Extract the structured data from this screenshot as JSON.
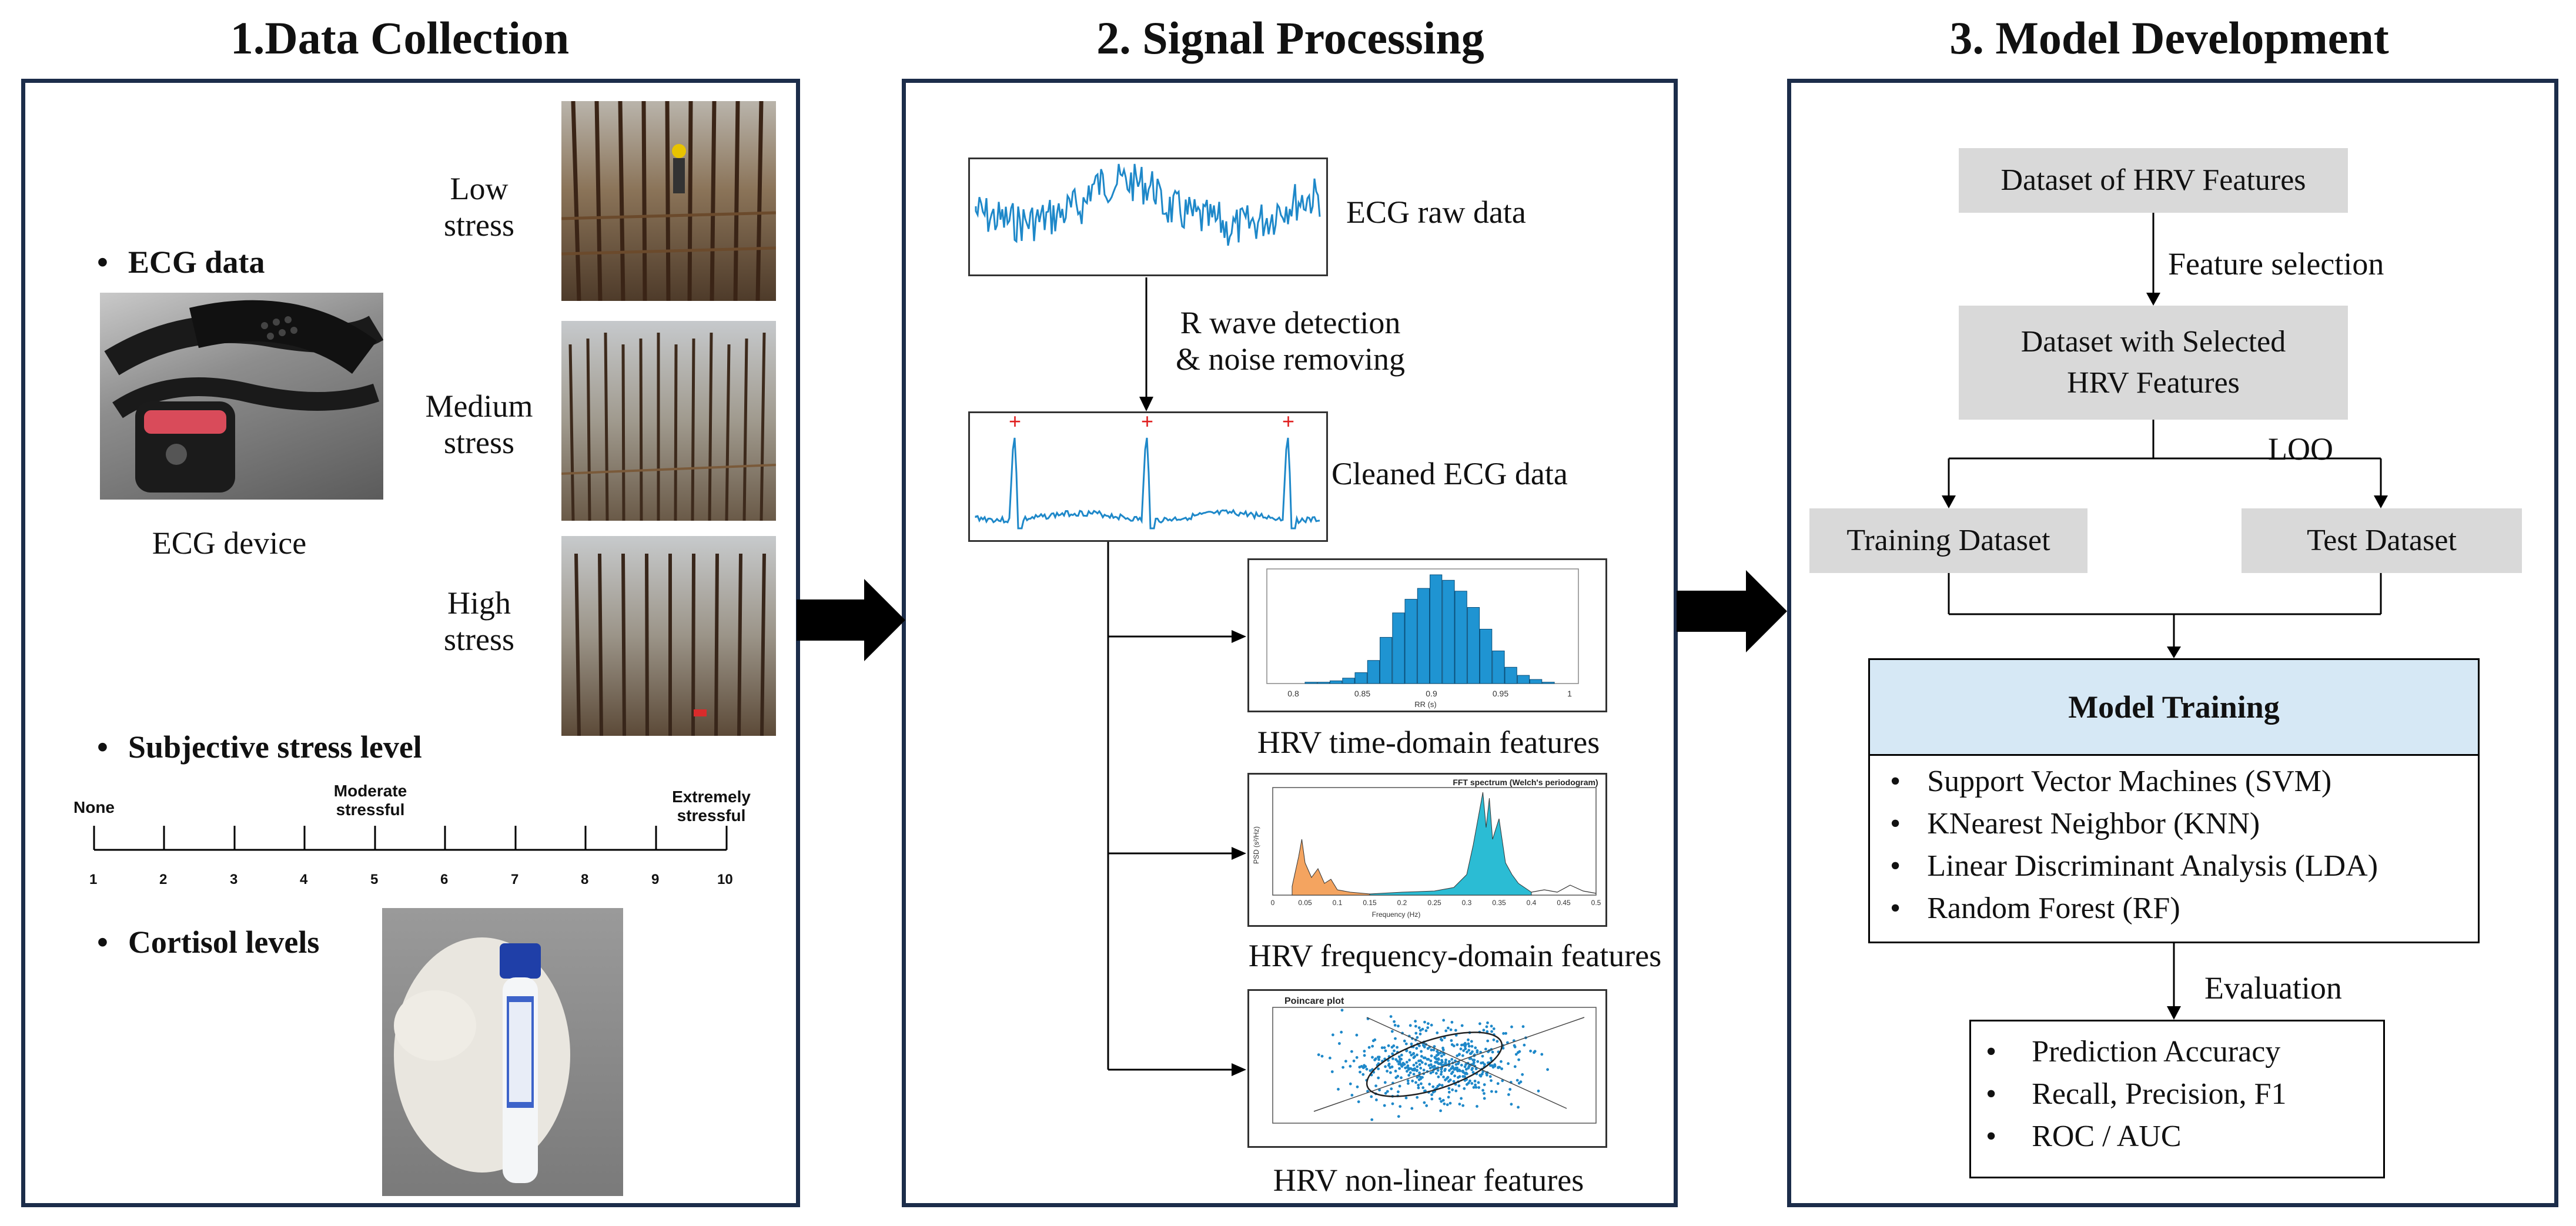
{
  "titles": {
    "col1": "1.Data Collection",
    "col2": "2. Signal Processing",
    "col3": "3. Model Development"
  },
  "collection": {
    "ecg_bullet": "ECG data",
    "ecg_device": "ECG device",
    "stress_labels": [
      "Low\nstress",
      "Medium\nstress",
      "High\nstress"
    ],
    "subjective_bullet": "Subjective stress level",
    "scale": {
      "left_label": "None",
      "mid_label": "Moderate\nstressful",
      "right_label": "Extremely\nstressful",
      "ticks": [
        "1",
        "2",
        "3",
        "4",
        "5",
        "6",
        "7",
        "8",
        "9",
        "10"
      ]
    },
    "cortisol_bullet": "Cortisol levels"
  },
  "processing": {
    "raw": "ECG raw data",
    "step": "R wave detection\n& noise removing",
    "cleaned": "Cleaned ECG data",
    "time_domain": "HRV time-domain features",
    "freq_domain": "HRV frequency-domain features",
    "nonlinear": "HRV non-linear features",
    "hist_xticks": [
      "0.8",
      "0.85",
      "0.9",
      "0.95",
      "1"
    ],
    "hist_xlabel": "RR (s)",
    "fft_title": "FFT spectrum (Welch's periodogram)",
    "fft_xlabel": "Frequency (Hz)",
    "fft_ylabel": "PSD (s²/Hz)",
    "fft_xticks": [
      "0",
      "0.05",
      "0.1",
      "0.15",
      "0.2",
      "0.25",
      "0.3",
      "0.35",
      "0.4",
      "0.45",
      "0.5"
    ],
    "poincare_title": "Poincare plot"
  },
  "model": {
    "dataset": "Dataset of HRV Features",
    "feature_selection": "Feature selection",
    "selected": "Dataset with Selected\nHRV Features",
    "loo": "LOO",
    "training": "Training Dataset",
    "test": "Test Dataset",
    "model_training": "Model Training",
    "models": [
      "Support Vector Machines (SVM)",
      "KNearest Neighbor (KNN)",
      "Linear Discriminant Analysis (LDA)",
      "Random Forest (RF)"
    ],
    "evaluation": "Evaluation",
    "metrics": [
      "Prediction Accuracy",
      "Recall, Precision, F1",
      "ROC / AUC"
    ]
  },
  "chart_data": {
    "type": "bar",
    "categories": [
      "0.80",
      "0.81",
      "0.82",
      "0.83",
      "0.84",
      "0.85",
      "0.86",
      "0.87",
      "0.88",
      "0.89",
      "0.90",
      "0.91",
      "0.92",
      "0.93",
      "0.94",
      "0.95",
      "0.96",
      "0.97",
      "0.98",
      "0.99"
    ],
    "values": [
      1,
      1,
      2,
      4,
      8,
      17,
      34,
      52,
      62,
      70,
      80,
      76,
      68,
      56,
      40,
      24,
      12,
      6,
      3,
      1
    ],
    "xlabel": "RR (s)"
  },
  "colors": {
    "frame": "#1c2d4a",
    "signal": "#1e88c9",
    "bar": "#1f94d2",
    "header_box": "#d6e8f5",
    "grey_box": "#d9d9d9",
    "lf": "#f4a460",
    "hf": "#2bbcd4"
  }
}
